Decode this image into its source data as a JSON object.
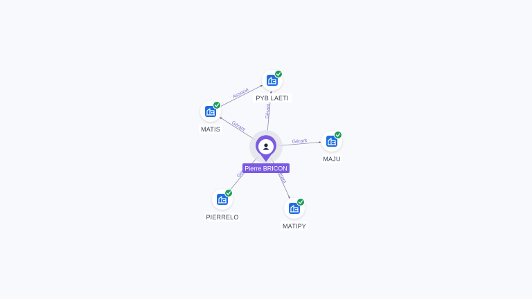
{
  "center": {
    "label": "Pierre BRICON",
    "icon": "person-icon",
    "color": "#7b5ce0"
  },
  "companies": [
    {
      "id": "pyb",
      "label": "PYB LAETI",
      "icon": "building-icon",
      "verified": true
    },
    {
      "id": "matis",
      "label": "MATIS",
      "icon": "building-icon",
      "verified": true
    },
    {
      "id": "maju",
      "label": "MAJU",
      "icon": "building-icon",
      "verified": true
    },
    {
      "id": "pierrelo",
      "label": "PIERRELO",
      "icon": "building-icon",
      "verified": true
    },
    {
      "id": "matipy",
      "label": "MATIPY",
      "icon": "building-icon",
      "verified": true
    }
  ],
  "edges": [
    {
      "from": "center",
      "to": "pyb",
      "label": "Gérant"
    },
    {
      "from": "center",
      "to": "matis",
      "label": "Gérant"
    },
    {
      "from": "center",
      "to": "maju",
      "label": "Gérant"
    },
    {
      "from": "center",
      "to": "pierrelo",
      "label": "Gérant"
    },
    {
      "from": "center",
      "to": "matipy",
      "label": "Gérant"
    },
    {
      "from": "matis",
      "to": "pyb",
      "label": "Associé"
    }
  ],
  "colors": {
    "accent": "#7b5ce0",
    "company": "#1f6fe0",
    "verified": "#1e9c5a",
    "edge": "#8a8fa3",
    "edge_label": "#7b6fd6"
  }
}
